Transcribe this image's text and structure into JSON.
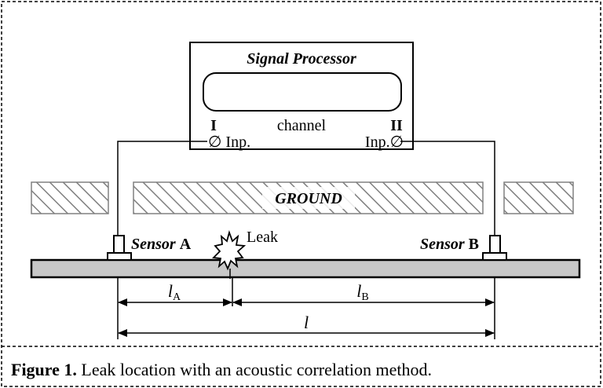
{
  "processor": {
    "title": "Signal Processor",
    "channel_label": "channel",
    "input_I": "I",
    "input_II": "II",
    "inp_left": "∅ Inp.",
    "inp_right": "Inp.∅"
  },
  "ground_label": "GROUND",
  "sensor_a": {
    "word": "Sensor",
    "letter": "A"
  },
  "sensor_b": {
    "word": "Sensor",
    "letter": "B"
  },
  "leak_label": "Leak",
  "dimensions": {
    "la_base": "l",
    "la_sub": "A",
    "lb_base": "l",
    "lb_sub": "B",
    "l": "l"
  },
  "caption": {
    "bold": "Figure 1.",
    "text": " Leak location with an acoustic correlation method."
  },
  "colors": {
    "pipe_fill": "#c8c8c8",
    "hatch": "#808080",
    "line": "#000000"
  }
}
